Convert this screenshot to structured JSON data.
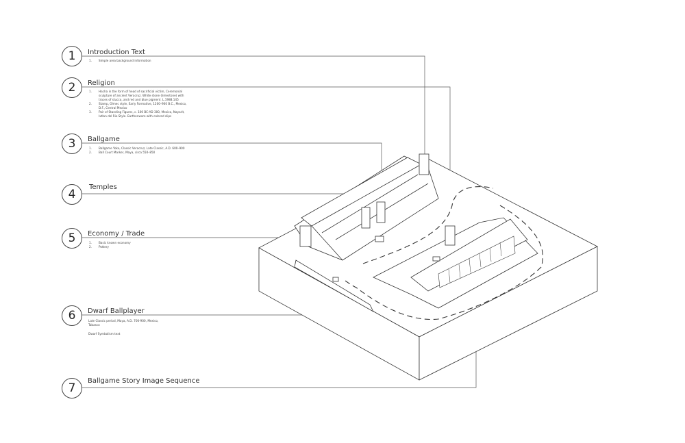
{
  "sections": [
    {
      "number": "1",
      "title": "Introduction Text",
      "items": [
        "Simple area background information"
      ]
    },
    {
      "number": "2",
      "title": "Religion",
      "items": [
        "Hacha in the form of head of sacrificial victim, Ceremonial sculpture of ancient Veracruz. White stone (limestone) with traces of stucco, and red and blue pigment .L.1988.145",
        "Stamp, Olmec style, Early Formative, 1200–900 B.C., Mexico, D.F., Central Mexico",
        "Pair of Standing Figures, c. 100 BC-AD 300, Mexico, Nayarit, Ixtlan del Rio Style. Earthenware with colored slips"
      ]
    },
    {
      "number": "3",
      "title": "Ballgame",
      "items": [
        "Ballgame Yoke, Classic Veracruz, Late Classic, A.D. 600–900",
        "Ball Court Marker, Maya, circa 550–850"
      ]
    },
    {
      "number": "4",
      "title": "Temples",
      "items": []
    },
    {
      "number": "5",
      "title": "Economy / Trade",
      "items": [
        "Basic known economy",
        "Pottery"
      ]
    },
    {
      "number": "6",
      "title": "Dwarf Ballplayer",
      "notes": [
        "Late Classic period, Maya, A.D. 700-900, Mexico, Tabasco",
        "Dwarf Symbolism text"
      ]
    },
    {
      "number": "7",
      "title": "Ballgame Story Image Sequence"
    }
  ],
  "colors": {
    "line": "#444444",
    "text": "#333333"
  }
}
